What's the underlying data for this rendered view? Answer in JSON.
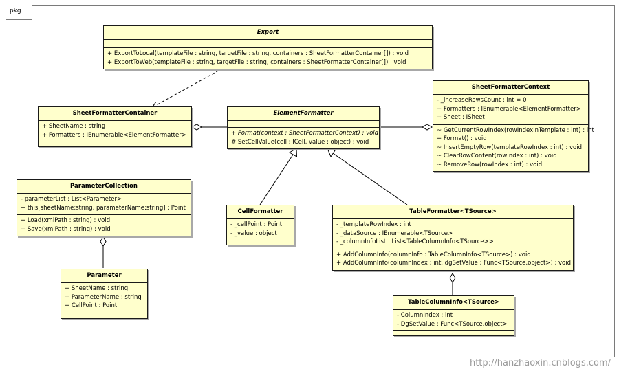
{
  "package_label": "pkg",
  "watermark": "http://hanzhaoxin.cnblogs.com/",
  "colors": {
    "class_fill": "#ffffcc",
    "border": "#1a1a1a",
    "shadow": "#a8a8a8"
  },
  "classes": {
    "export": {
      "name": "Export",
      "operations": [
        "+ ExportToLocal(templateFile : string, targetFile : string, containers : SheetFormatterContainer[]) : void",
        "+ ExportToWeb(templateFile : string, targetFile : string, containers : SheetFormatterContainer[]) : void"
      ]
    },
    "sheet_formatter_container": {
      "name": "SheetFormatterContainer",
      "attributes": [
        "+ SheetName : string",
        "+ Formatters : IEnumerable<ElementFormatter>"
      ]
    },
    "element_formatter": {
      "name": "ElementFormatter",
      "operations": [
        "+ Format(context : SheetFormatterContext) : void",
        "# SetCellValue(cell : ICell, value : object) : void"
      ]
    },
    "sheet_formatter_context": {
      "name": "SheetFormatterContext",
      "attributes": [
        "- _increaseRowsCount : int = 0",
        "+ Formatters : IEnumerable<ElementFormatter>",
        "+ Sheet : ISheet"
      ],
      "operations": [
        "~ GetCurrentRowIndex(rowIndexInTemplate : int) : int",
        "+ Format() : void",
        "~ InsertEmptyRow(templateRowIndex : int) : void",
        "~ ClearRowContent(rowIndex : int) : void",
        "~ RemoveRow(rowIndex : int) : void"
      ]
    },
    "parameter_collection": {
      "name": "ParameterCollection",
      "attributes": [
        "- parameterList : List<Parameter>",
        "+ this[sheetName:string, parameterName:string] : Point"
      ],
      "operations": [
        "+ Load(xmlPath : string) : void",
        "+ Save(xmlPath : string) : void"
      ]
    },
    "parameter": {
      "name": "Parameter",
      "attributes": [
        "+ SheetName : string",
        "+ ParameterName : string",
        "+ CellPoint : Point"
      ]
    },
    "cell_formatter": {
      "name": "CellFormatter",
      "attributes": [
        "- _cellPoint : Point",
        "- _value : object"
      ]
    },
    "table_formatter": {
      "name": "TableFormatter<TSource>",
      "attributes": [
        "- _templateRowIndex : int",
        "- _dataSource : IEnumerable<TSource>",
        "- _columnInfoList : List<TableColumnInfo<TSource>>"
      ],
      "operations": [
        "+ AddColumnInfo(columnInfo : TableColumnInfo<TSource>) : void",
        "+ AddColumnInfo(columnIndex : int, dgSetValue : Func<TSource,object>) : void"
      ]
    },
    "table_column_info": {
      "name": "TableColumnInfo<TSource>",
      "attributes": [
        "- ColumnIndex : int",
        "- DgSetValue : Func<TSource,object>"
      ]
    }
  }
}
